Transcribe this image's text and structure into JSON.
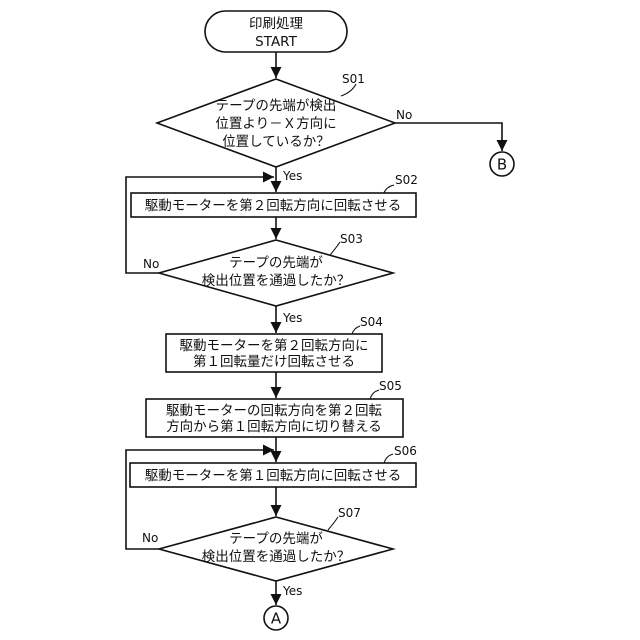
{
  "start": {
    "line1": "印刷処理",
    "line2": "START"
  },
  "steps": {
    "s01": {
      "id": "S01",
      "line1": "テープの先端が検出",
      "line2": "位置より－Ｘ方向に",
      "line3": "位置しているか？",
      "no": "No",
      "yes": "Yes"
    },
    "s02": {
      "id": "S02",
      "line1": "駆動モーターを第２回転方向に回転させる"
    },
    "s03": {
      "id": "S03",
      "line1": "テープの先端が",
      "line2": "検出位置を通過したか？",
      "no": "No",
      "yes": "Yes"
    },
    "s04": {
      "id": "S04",
      "line1": "駆動モーターを第２回転方向に",
      "line2": "第１回転量だけ回転させる"
    },
    "s05": {
      "id": "S05",
      "line1": "駆動モーターの回転方向を第２回転",
      "line2": "方向から第１回転方向に切り替える"
    },
    "s06": {
      "id": "S06",
      "line1": "駆動モーターを第１回転方向に回転させる"
    },
    "s07": {
      "id": "S07",
      "line1": "テープの先端が",
      "line2": "検出位置を通過したか？",
      "no": "No",
      "yes": "Yes"
    }
  },
  "connectors": {
    "a": "A",
    "b": "B"
  }
}
